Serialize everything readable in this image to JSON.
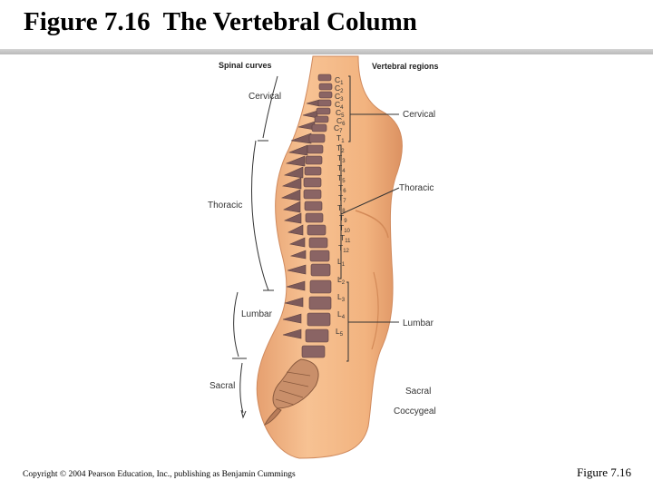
{
  "slide": {
    "title": "Figure 7.16  The Vertebral Column",
    "copyright": "Copyright © 2004 Pearson Education, Inc., publishing as Benjamin Cummings",
    "figure_number": "Figure 7.16"
  },
  "diagram": {
    "left_heading": "Spinal curves",
    "right_heading": "Vertebral regions",
    "curve_labels": [
      "Cervical",
      "Thoracic",
      "Lumbar",
      "Sacral"
    ],
    "region_labels": [
      "Cervical",
      "Thoracic",
      "Lumbar",
      "Sacral",
      "Coccygeal"
    ],
    "vertebra_labels": [
      "C1",
      "C2",
      "C3",
      "C4",
      "C5",
      "C6",
      "C7",
      "T1",
      "T2",
      "T3",
      "T4",
      "T5",
      "T6",
      "T7",
      "T8",
      "T9",
      "T10",
      "T11",
      "T12",
      "L1",
      "L2",
      "L3",
      "L4",
      "L5"
    ],
    "colors": {
      "skin": "#f2b37f",
      "skin_shadow": "#d9895a",
      "bone": "#8a6464",
      "disc": "#e9c2a6",
      "sacrum": "#c98f6a",
      "line": "#333333"
    }
  }
}
